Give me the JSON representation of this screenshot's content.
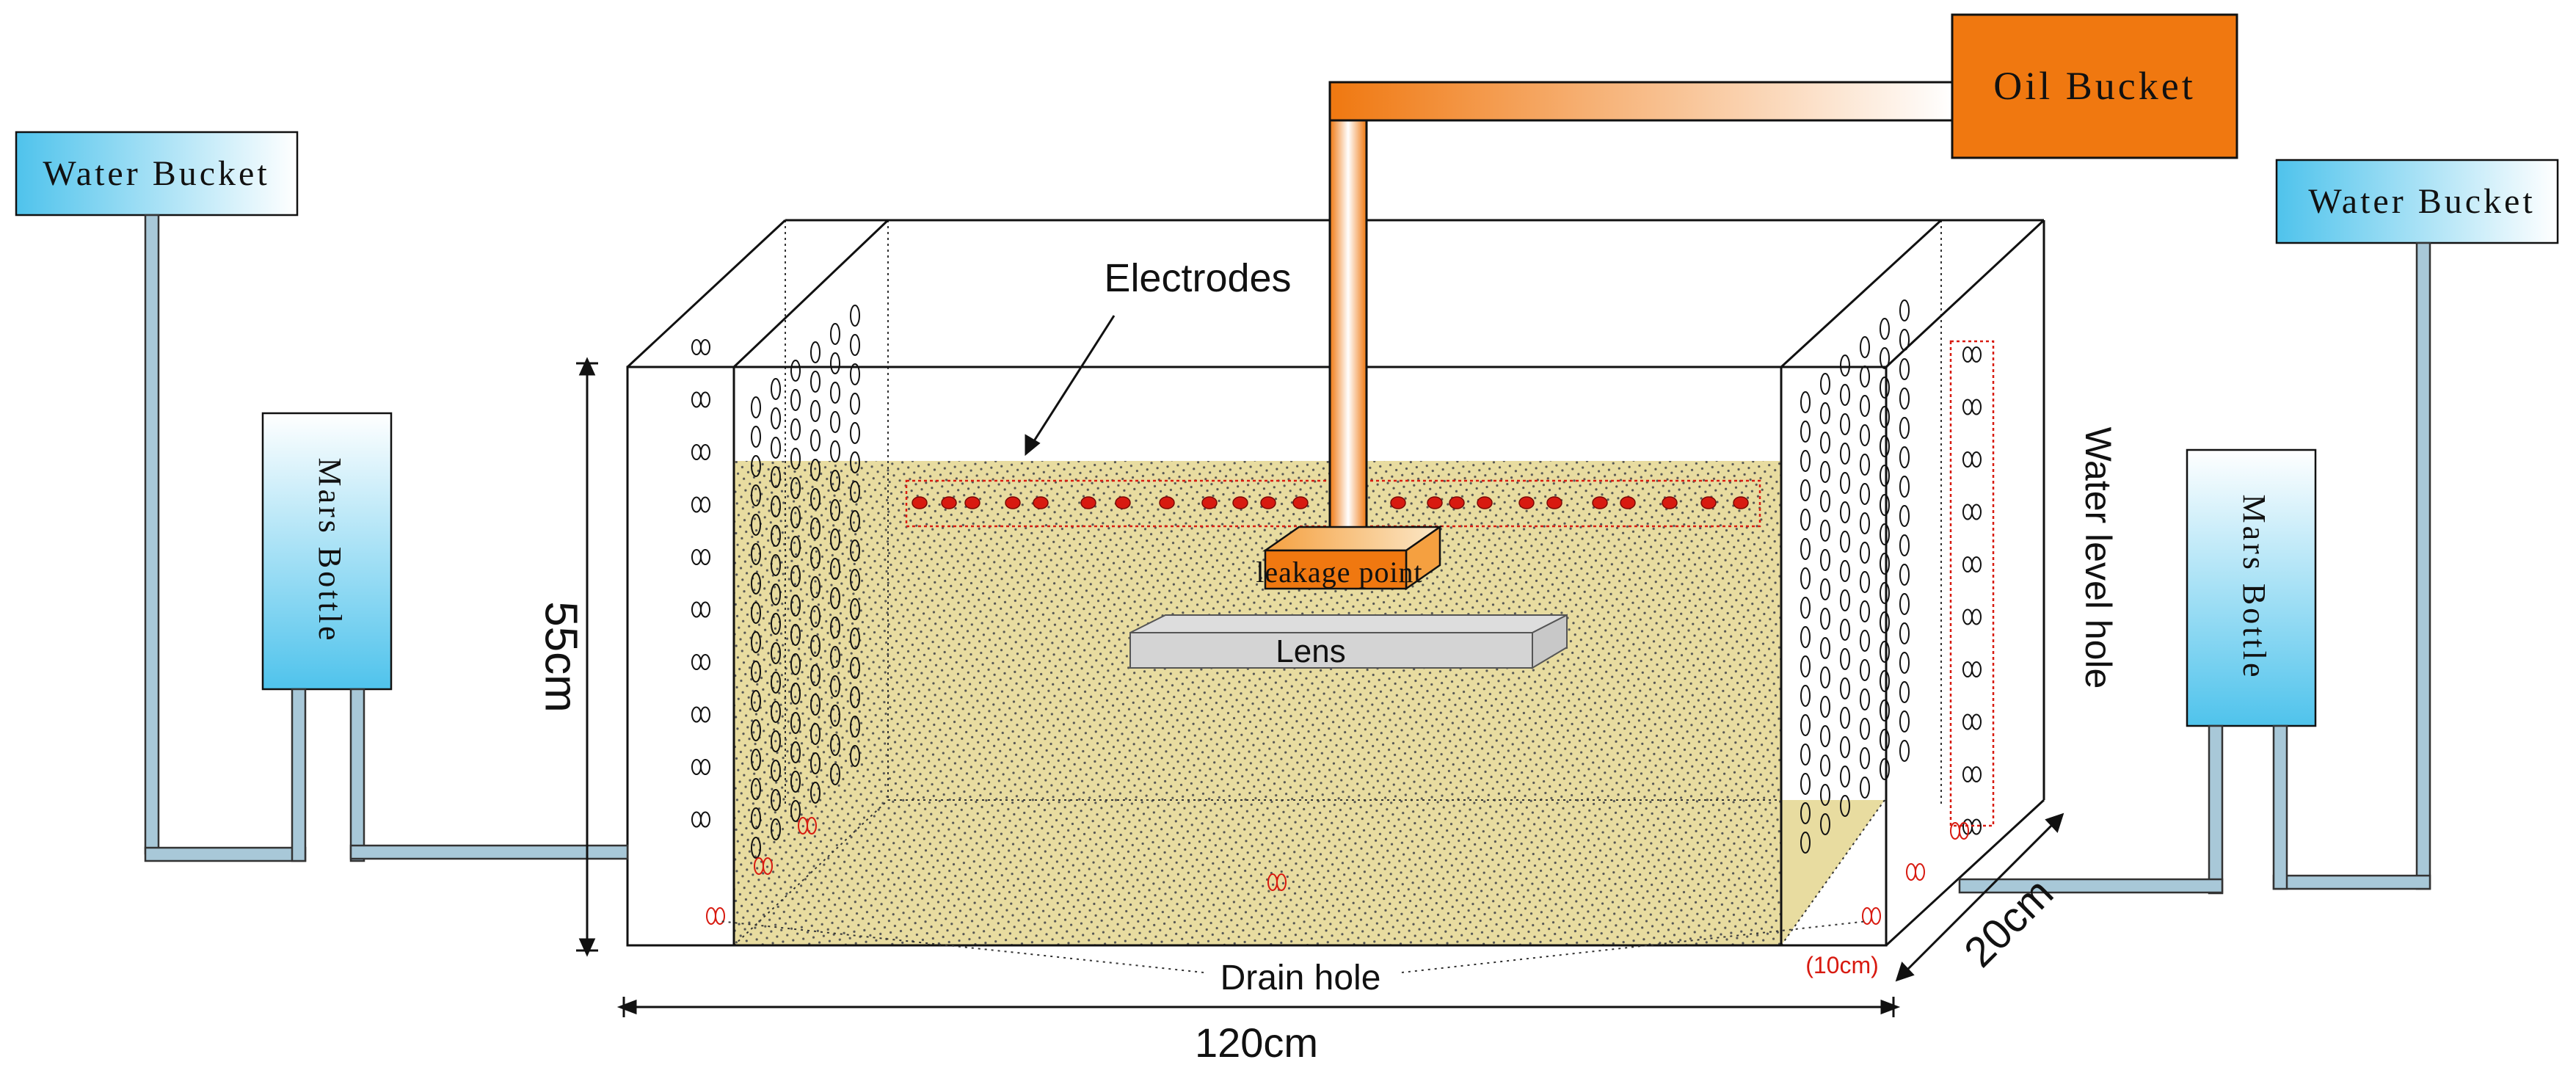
{
  "labels": {
    "oil_bucket": "Oil Bucket",
    "water_bucket_left": "Water Bucket",
    "water_bucket_right": "Water Bucket",
    "mars_bottle_left": "Mars Bottle",
    "mars_bottle_right": "Mars Bottle",
    "electrodes": "Electrodes",
    "leakage_point": "leakage point",
    "lens": "Lens",
    "water_level_hole": "Water level hole",
    "drain_hole": "Drain hole",
    "height": "55cm",
    "length": "120cm",
    "depth": "20cm",
    "drain_offset": "(10cm)"
  },
  "colors": {
    "oil": "#f07810",
    "water_gradient_start": "#4fc3ec",
    "sand": "#e8dca0",
    "pipe": "#a8c8d8",
    "electrode": "#d81a10",
    "outline": "#111111"
  }
}
